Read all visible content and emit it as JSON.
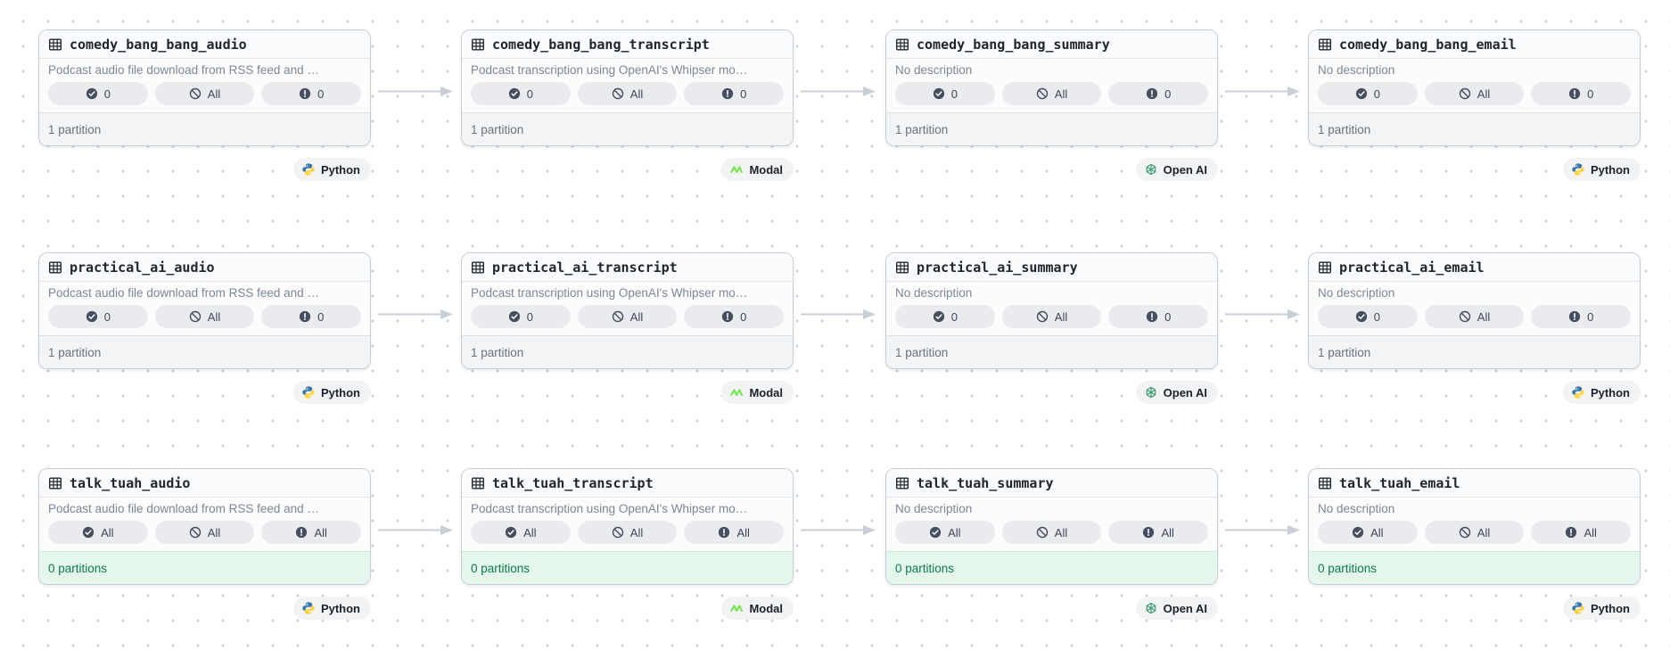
{
  "app": {
    "view": "asset-lineage-graph"
  },
  "colors": {
    "card_border": "#C7CDD5",
    "pill_bg": "#E9EBEF",
    "badge_icon_dark": "#454F5F",
    "footer_bg": "#F2F4F6",
    "footer_text": "#69737F",
    "partitions_zero_bg": "#E5F6EC",
    "partitions_zero_text": "#0B7C4B",
    "edge_color": "#C9CFD7",
    "python_blue": "#3776AB",
    "python_yellow": "#FFD43B",
    "modal_green": "#74E649",
    "openai_green": "#3D9A70"
  },
  "nodes": [
    {
      "title": "comedy_bang_bang_audio",
      "description": "Podcast audio file download from RSS feed and …",
      "badges": [
        {
          "icon": "check-circle",
          "value": "0"
        },
        {
          "icon": "slash-circle",
          "value": "All"
        },
        {
          "icon": "alert-circle",
          "value": "0"
        }
      ],
      "partition": "1 partition",
      "partition_state": "default",
      "tag": {
        "label": "Python",
        "icon": "python-icon"
      }
    },
    {
      "title": "comedy_bang_bang_transcript",
      "description": "Podcast transcription using OpenAI's Whipser mo…",
      "badges": [
        {
          "icon": "check-circle",
          "value": "0"
        },
        {
          "icon": "slash-circle",
          "value": "All"
        },
        {
          "icon": "alert-circle",
          "value": "0"
        }
      ],
      "partition": "1 partition",
      "partition_state": "default",
      "tag": {
        "label": "Modal",
        "icon": "modal-icon"
      }
    },
    {
      "title": "comedy_bang_bang_summary",
      "description": "No description",
      "badges": [
        {
          "icon": "check-circle",
          "value": "0"
        },
        {
          "icon": "slash-circle",
          "value": "All"
        },
        {
          "icon": "alert-circle",
          "value": "0"
        }
      ],
      "partition": "1 partition",
      "partition_state": "default",
      "tag": {
        "label": "Open AI",
        "icon": "openai-icon"
      }
    },
    {
      "title": "comedy_bang_bang_email",
      "description": "No description",
      "badges": [
        {
          "icon": "check-circle",
          "value": "0"
        },
        {
          "icon": "slash-circle",
          "value": "All"
        },
        {
          "icon": "alert-circle",
          "value": "0"
        }
      ],
      "partition": "1 partition",
      "partition_state": "default",
      "tag": {
        "label": "Python",
        "icon": "python-icon"
      }
    },
    {
      "title": "practical_ai_audio",
      "description": "Podcast audio file download from RSS feed and …",
      "badges": [
        {
          "icon": "check-circle",
          "value": "0"
        },
        {
          "icon": "slash-circle",
          "value": "All"
        },
        {
          "icon": "alert-circle",
          "value": "0"
        }
      ],
      "partition": "1 partition",
      "partition_state": "default",
      "tag": {
        "label": "Python",
        "icon": "python-icon"
      }
    },
    {
      "title": "practical_ai_transcript",
      "description": "Podcast transcription using OpenAI's Whipser mo…",
      "badges": [
        {
          "icon": "check-circle",
          "value": "0"
        },
        {
          "icon": "slash-circle",
          "value": "All"
        },
        {
          "icon": "alert-circle",
          "value": "0"
        }
      ],
      "partition": "1 partition",
      "partition_state": "default",
      "tag": {
        "label": "Modal",
        "icon": "modal-icon"
      }
    },
    {
      "title": "practical_ai_summary",
      "description": "No description",
      "badges": [
        {
          "icon": "check-circle",
          "value": "0"
        },
        {
          "icon": "slash-circle",
          "value": "All"
        },
        {
          "icon": "alert-circle",
          "value": "0"
        }
      ],
      "partition": "1 partition",
      "partition_state": "default",
      "tag": {
        "label": "Open AI",
        "icon": "openai-icon"
      }
    },
    {
      "title": "practical_ai_email",
      "description": "No description",
      "badges": [
        {
          "icon": "check-circle",
          "value": "0"
        },
        {
          "icon": "slash-circle",
          "value": "All"
        },
        {
          "icon": "alert-circle",
          "value": "0"
        }
      ],
      "partition": "1 partition",
      "partition_state": "default",
      "tag": {
        "label": "Python",
        "icon": "python-icon"
      }
    },
    {
      "title": "talk_tuah_audio",
      "description": "Podcast audio file download from RSS feed and …",
      "badges": [
        {
          "icon": "check-circle",
          "value": "All"
        },
        {
          "icon": "slash-circle",
          "value": "All"
        },
        {
          "icon": "alert-circle",
          "value": "All"
        }
      ],
      "partition": "0 partitions",
      "partition_state": "success",
      "tag": {
        "label": "Python",
        "icon": "python-icon"
      }
    },
    {
      "title": "talk_tuah_transcript",
      "description": "Podcast transcription using OpenAI's Whipser mo…",
      "badges": [
        {
          "icon": "check-circle",
          "value": "All"
        },
        {
          "icon": "slash-circle",
          "value": "All"
        },
        {
          "icon": "alert-circle",
          "value": "All"
        }
      ],
      "partition": "0 partitions",
      "partition_state": "success",
      "tag": {
        "label": "Modal",
        "icon": "modal-icon"
      }
    },
    {
      "title": "talk_tuah_summary",
      "description": "No description",
      "badges": [
        {
          "icon": "check-circle",
          "value": "All"
        },
        {
          "icon": "slash-circle",
          "value": "All"
        },
        {
          "icon": "alert-circle",
          "value": "All"
        }
      ],
      "partition": "0 partitions",
      "partition_state": "success",
      "tag": {
        "label": "Open AI",
        "icon": "openai-icon"
      }
    },
    {
      "title": "talk_tuah_email",
      "description": "No description",
      "badges": [
        {
          "icon": "check-circle",
          "value": "All"
        },
        {
          "icon": "slash-circle",
          "value": "All"
        },
        {
          "icon": "alert-circle",
          "value": "All"
        }
      ],
      "partition": "0 partitions",
      "partition_state": "success",
      "tag": {
        "label": "Python",
        "icon": "python-icon"
      }
    }
  ],
  "edges": [
    {
      "from": "comedy_bang_bang_audio",
      "to": "comedy_bang_bang_transcript"
    },
    {
      "from": "comedy_bang_bang_transcript",
      "to": "comedy_bang_bang_summary"
    },
    {
      "from": "comedy_bang_bang_summary",
      "to": "comedy_bang_bang_email"
    },
    {
      "from": "practical_ai_audio",
      "to": "practical_ai_transcript"
    },
    {
      "from": "practical_ai_transcript",
      "to": "practical_ai_summary"
    },
    {
      "from": "practical_ai_summary",
      "to": "practical_ai_email"
    },
    {
      "from": "talk_tuah_audio",
      "to": "talk_tuah_transcript"
    },
    {
      "from": "talk_tuah_transcript",
      "to": "talk_tuah_summary"
    },
    {
      "from": "talk_tuah_summary",
      "to": "talk_tuah_email"
    }
  ]
}
